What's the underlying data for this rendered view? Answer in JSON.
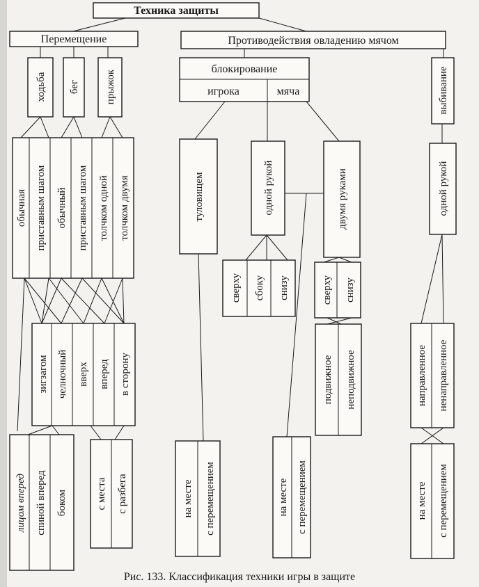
{
  "root": "Техника защиты",
  "movement": {
    "title": "Перемещение",
    "walking": "ходьба",
    "running": "бег",
    "jump": "прыжок",
    "types": [
      "обычная",
      "приставным шагом",
      "обычный",
      "приставным шагом",
      "толчком одной",
      "толчком двумя"
    ],
    "directions": [
      "зигзагом",
      "челночный",
      "вверх",
      "вперед",
      "в сторону"
    ],
    "body_position": [
      "лицом вперед",
      "спиной вперед",
      "боком"
    ],
    "start": [
      "с места",
      "с разбега"
    ]
  },
  "counter": {
    "title": "Противодействия овладению мячом",
    "blocking": "блокирование",
    "of_player": "игрока",
    "of_ball": "мяча",
    "torso": "туловищем",
    "one_hand": "одной рукой",
    "two_hands": "двумя руками",
    "one_hand_dirs": [
      "сверху",
      "сбоку",
      "снизу"
    ],
    "two_hand_dirs": [
      "сверху",
      "снизу"
    ],
    "mobility": [
      "подвижное",
      "неподвижное"
    ],
    "knockout": "выбивание",
    "knockout_hand": "одной рукой",
    "knockout_type": [
      "направленное",
      "ненаправленное"
    ],
    "place_options": [
      "на месте",
      "с перемещением"
    ]
  },
  "caption": "Рис. 133. Классификация техники игры в защите"
}
